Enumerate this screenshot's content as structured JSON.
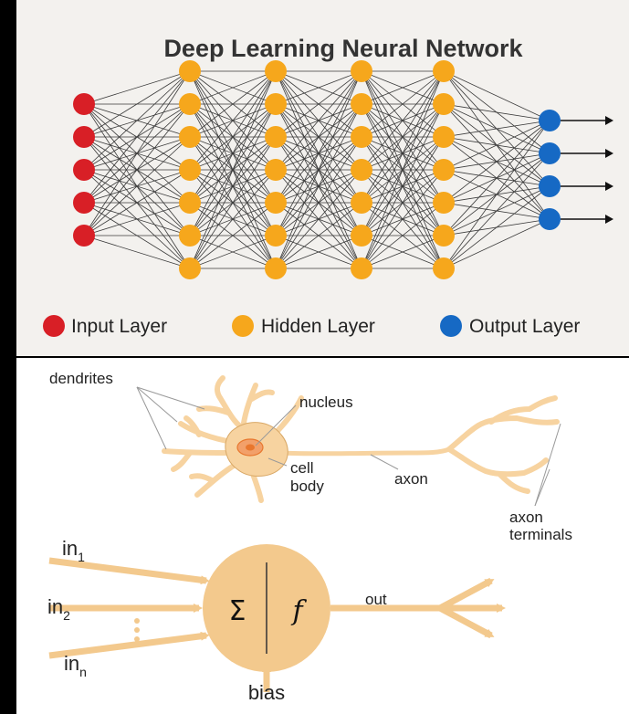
{
  "network": {
    "title": "Deep Learning Neural Network",
    "layers": [
      {
        "kind": "input",
        "nodes": 5
      },
      {
        "kind": "hidden",
        "nodes": 7
      },
      {
        "kind": "hidden",
        "nodes": 7
      },
      {
        "kind": "hidden",
        "nodes": 7
      },
      {
        "kind": "hidden",
        "nodes": 7
      },
      {
        "kind": "output",
        "nodes": 4
      }
    ],
    "colors": {
      "input": "#d81f26",
      "hidden": "#f6a71c",
      "output": "#1669c4",
      "edge": "#3a3a3a"
    },
    "legend": {
      "input_label": "Input Layer",
      "hidden_label": "Hidden Layer",
      "output_label": "Output Layer"
    }
  },
  "neuron": {
    "labels": {
      "dendrites": "dendrites",
      "nucleus": "nucleus",
      "cell_body_line1": "cell",
      "cell_body_line2": "body",
      "axon": "axon",
      "axon_terminals_line1": "axon",
      "axon_terminals_line2": "terminals"
    },
    "colors": {
      "body": "#f7d3a0",
      "outline": "#d9a866",
      "nucleus": "#e8772e"
    }
  },
  "perceptron": {
    "inputs": [
      {
        "base": "in",
        "sub": "1"
      },
      {
        "base": "in",
        "sub": "2"
      },
      {
        "base": "in",
        "sub": "n"
      }
    ],
    "sum_symbol": "Σ",
    "activation_symbol": "f",
    "output_label": "out",
    "bias_label": "bias",
    "colors": {
      "arrow": "#f3c98d",
      "circle": "#f3c98d"
    }
  }
}
